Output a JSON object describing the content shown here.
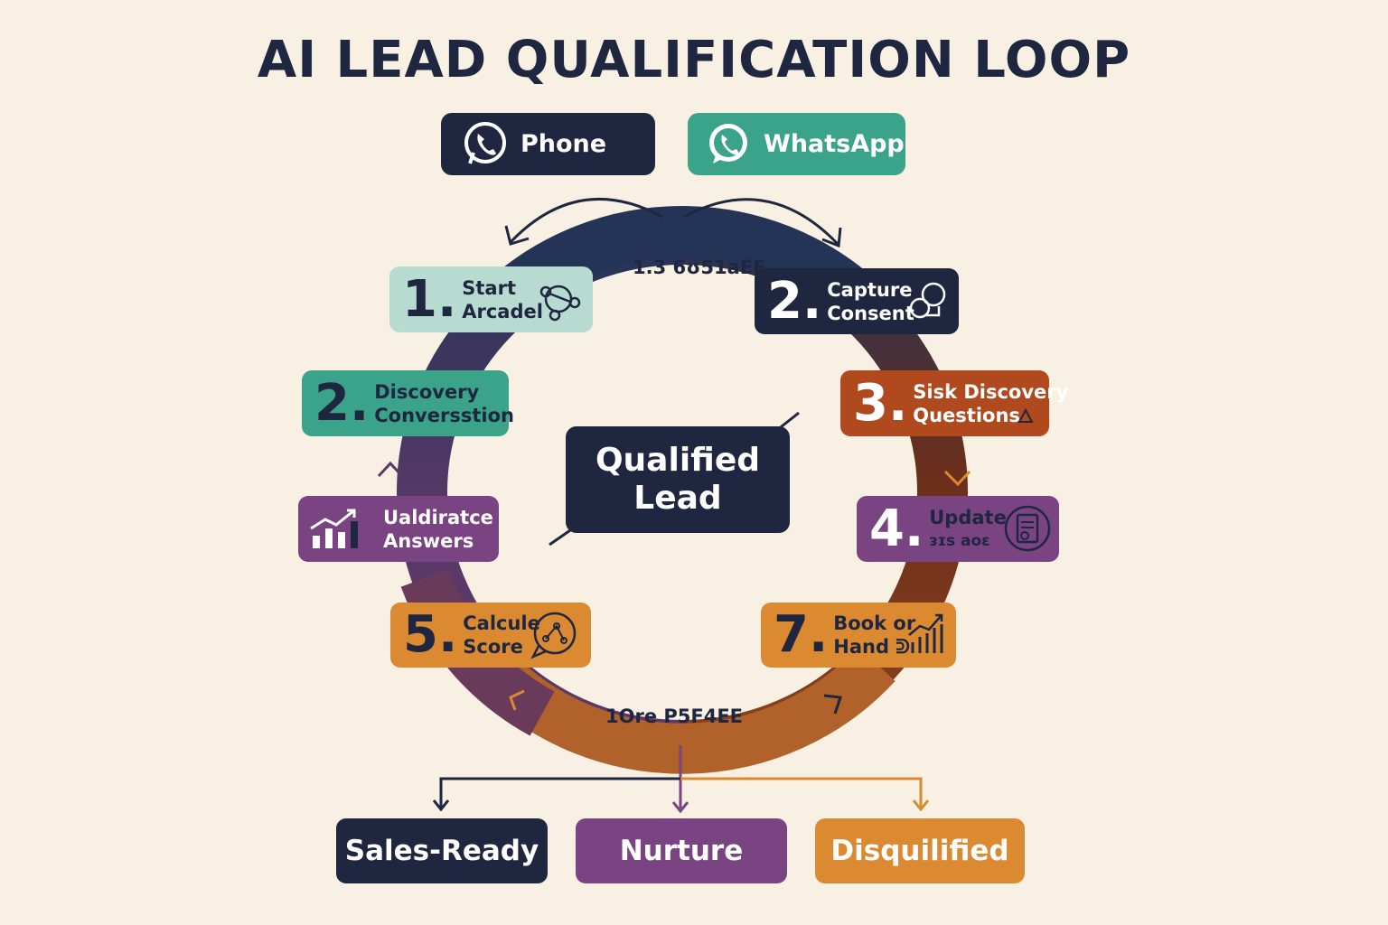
{
  "title": "AI LEAD QUALIFICATION LOOP",
  "channels": [
    {
      "label": "Phone",
      "icon": "phone-icon",
      "color": "#1e2640"
    },
    {
      "label": "WhatsApp",
      "icon": "whatsapp-icon",
      "color": "#3aa38a"
    }
  ],
  "ring_labels": {
    "top": "1.3 6ʊ51aEE",
    "bottom": "1Ore P5F4EE"
  },
  "steps": [
    {
      "num": "1.",
      "line1": "Start",
      "line2": "Arcadel",
      "icon": "network-icon",
      "color": "#b8dbd1"
    },
    {
      "num": "2.",
      "line1": "Capture",
      "line2": "Consent",
      "icon": "chat-bubbles-icon",
      "color": "#1e2640"
    },
    {
      "num": "2.",
      "line1": "Discovery",
      "line2": "Conversstion",
      "icon": "",
      "color": "#3aa38a"
    },
    {
      "num": "3.",
      "line1": "Sisk Discovery",
      "line2": "Questions",
      "icon": "warning-icon",
      "color": "#b04a1e"
    },
    {
      "num": "",
      "line1": "Ualdiratce",
      "line2": "Answers",
      "icon": "bar-chart-icon",
      "color": "#7a4382"
    },
    {
      "num": "4.",
      "line1": "Update",
      "line2": "ᴈɪs aoɛ",
      "icon": "clipboard-icon",
      "color": "#7a4382"
    },
    {
      "num": "5.",
      "line1": "Calcule",
      "line2": "Score",
      "icon": "chat-network-icon",
      "color": "#dc8a32"
    },
    {
      "num": "7.",
      "line1": "Book or",
      "line2": "Hand ᕲ",
      "icon": "growth-chart-icon",
      "color": "#dc8a32"
    }
  ],
  "center": {
    "line1": "Qualified",
    "line2": "Lead",
    "color": "#1e2640"
  },
  "outcomes": [
    {
      "label": "Sales-Ready",
      "color": "#1e2640"
    },
    {
      "label": "Nurture",
      "color": "#7a4382"
    },
    {
      "label": "Disquilified",
      "color": "#dc8a32"
    }
  ]
}
